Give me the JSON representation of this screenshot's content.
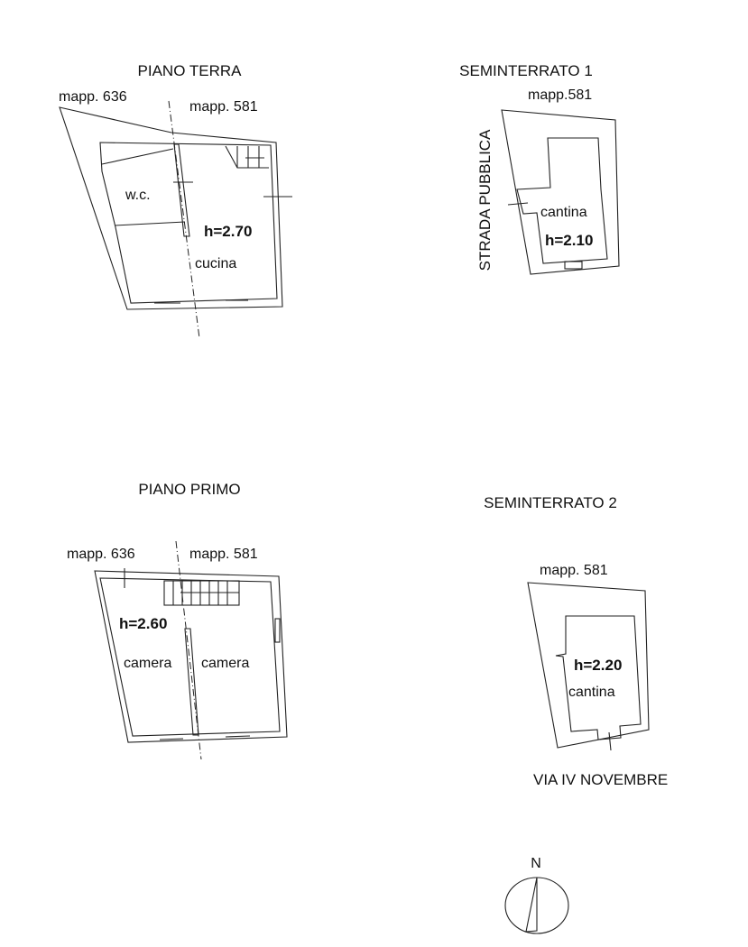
{
  "plans": [
    {
      "title": "PIANO TERRA",
      "labels": {
        "mapp_left": "mapp. 636",
        "mapp_right": "mapp. 581",
        "height": "h=2.70",
        "room1": "w.c.",
        "room2": "cucina"
      }
    },
    {
      "title": "SEMINTERRATO 1",
      "labels": {
        "mapp": "mapp.581",
        "street": "STRADA PUBBLICA",
        "room": "cantina",
        "height": "h=2.10"
      }
    },
    {
      "title": "PIANO PRIMO",
      "labels": {
        "mapp_left": "mapp. 636",
        "mapp_right": "mapp. 581",
        "height": "h=2.60",
        "room1": "camera",
        "room2": "camera"
      }
    },
    {
      "title": "SEMINTERRATO 2",
      "labels": {
        "mapp": "mapp. 581",
        "height": "h=2.20",
        "room": "cantina",
        "street": "VIA IV NOVEMBRE"
      }
    }
  ],
  "compass": {
    "label": "N"
  }
}
